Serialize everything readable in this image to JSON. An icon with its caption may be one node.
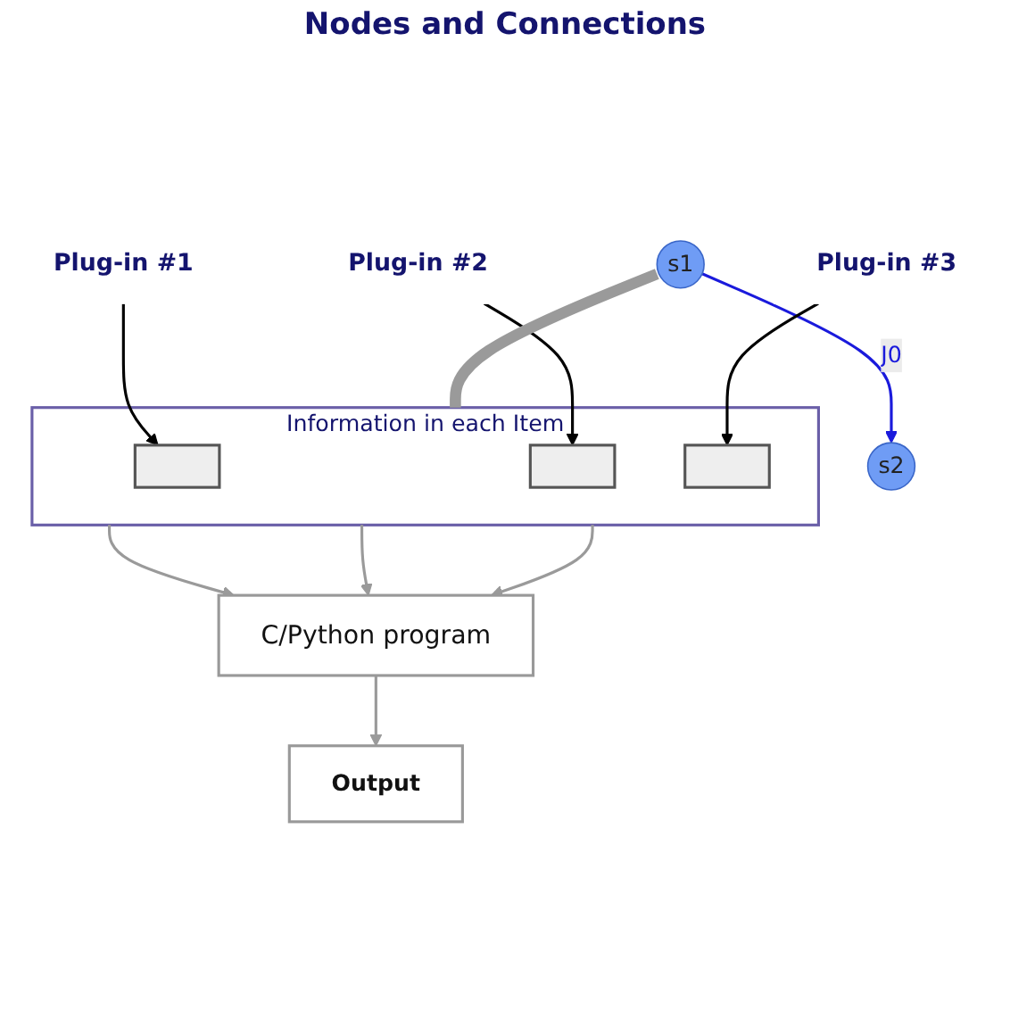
{
  "diagram": {
    "nodes": [
      {
        "text": [
          "s1"
        ]
      },
      {
        "text": [
          "s2"
        ]
      },
      {
        "text": [
          "Information in each Item"
        ]
      },
      {
        "text": [],
        "shape": "box",
        "in": 2
      },
      {
        "text": [],
        "shape": "box",
        "in": 2
      },
      {
        "text": [],
        "shape": "box",
        "in": 2
      },
      {
        "text": [
          "Plug-in #1"
        ]
      },
      {
        "text": [
          "Plug-in #2"
        ]
      },
      {
        "text": [
          "Plug-in #3"
        ]
      },
      {
        "text": [
          "C/Python program"
        ]
      },
      {
        "text": [
          "Output"
        ]
      }
    ],
    "edges": [
      {
        "from": 0,
        "to": 1,
        "arrow": "to",
        "label": "J0",
        "color": "#1a1adc"
      },
      {
        "from": 0,
        "to": 2,
        "arrow": "none",
        "style": "thick"
      },
      {
        "from": 6,
        "to": 3,
        "arrow": "to",
        "color": "#000000"
      },
      {
        "from": 7,
        "to": 4,
        "arrow": "to",
        "color": "#000000"
      },
      {
        "from": 8,
        "to": 5,
        "arrow": "to",
        "color": "#000000"
      },
      {
        "from": 2,
        "to": 9,
        "arrow": "to"
      },
      {
        "from": 2,
        "to": 9,
        "arrow": "to"
      },
      {
        "from": 2,
        "to": 9,
        "arrow": "to"
      },
      {
        "from": 9,
        "to": 10,
        "arrow": "to"
      }
    ],
    "labels": [
      "Nodes and Connections"
    ]
  }
}
